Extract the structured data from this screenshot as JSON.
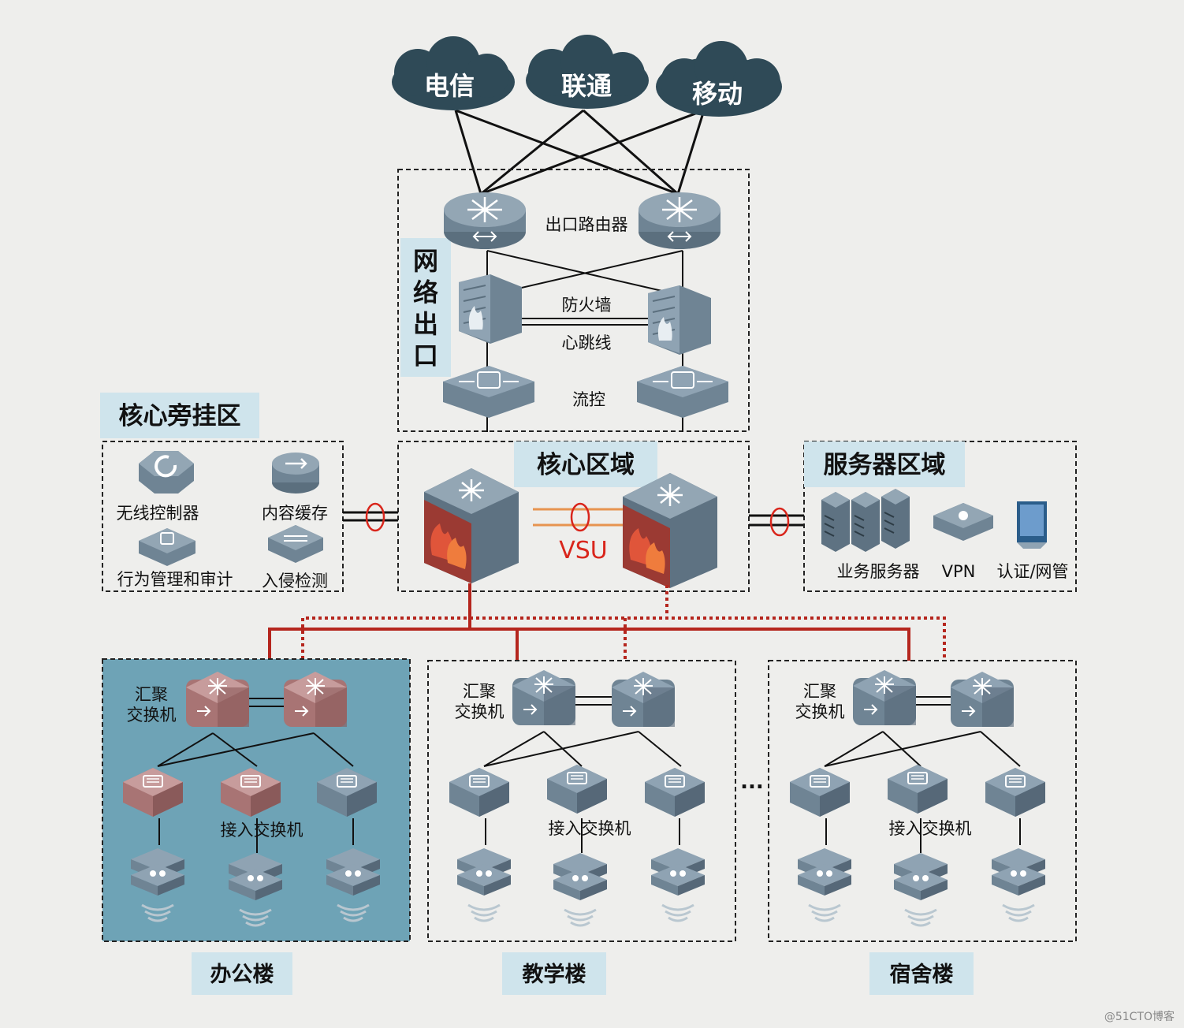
{
  "isps": [
    "电信",
    "联通",
    "移动"
  ],
  "egress": {
    "title": "网络出口",
    "router_label": "出口路由器",
    "firewall_label": "防火墙",
    "heartbeat_label": "心跳线",
    "flow_control_label": "流控"
  },
  "core_bypass": {
    "title": "核心旁挂区",
    "wireless_controller": "无线控制器",
    "content_cache": "内容缓存",
    "behavior_audit": "行为管理和审计",
    "intrusion_detection": "入侵检测"
  },
  "core": {
    "title": "核心区域",
    "vsu_label": "VSU"
  },
  "server_zone": {
    "title": "服务器区域",
    "business_servers": "业务服务器",
    "vpn": "VPN",
    "auth": "认证/网管"
  },
  "buildings": [
    {
      "name": "办公楼",
      "agg_label": "汇聚\n交换机",
      "access_label": "接入交换机"
    },
    {
      "name": "教学楼",
      "agg_label": "汇聚\n交换机",
      "access_label": "接入交换机"
    },
    {
      "name": "宿舍楼",
      "agg_label": "汇聚\n交换机",
      "access_label": "接入交换机"
    }
  ],
  "ellipsis": "...",
  "watermark": "@51CTO博客",
  "colors": {
    "cloud": "#2f4a57",
    "office_bg": "#6ea3b6",
    "title_bg": "#cfe4ec",
    "red_link": "#b5261e",
    "orange_link": "#e79450",
    "vsu_text": "#d9261c"
  }
}
